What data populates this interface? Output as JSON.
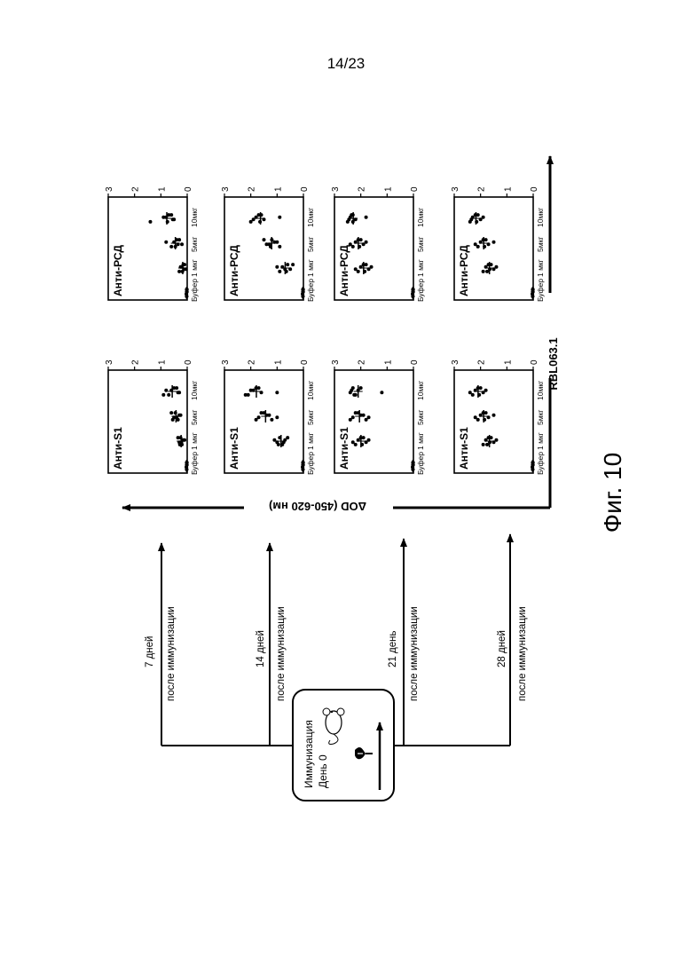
{
  "page_number": "14/23",
  "figure_caption": "Фиг. 10",
  "immunization": {
    "line1": "Иммунизация",
    "line2": "День 0"
  },
  "timepoints": [
    {
      "day": "7 дней",
      "after": "после иммунизации"
    },
    {
      "day": "14 дней",
      "after": "после иммунизации"
    },
    {
      "day": "21 день",
      "after": "после иммунизации"
    },
    {
      "day": "28 дней",
      "after": "после иммунизации"
    }
  ],
  "y_axis_label": "ΔOD (450-620 нм)",
  "x_axis_label": "RBL063.1",
  "tick_labels": [
    "0",
    "1",
    "2",
    "3"
  ],
  "categories": [
    "Буфер",
    "1 мкг",
    "5мкг",
    "10мкг"
  ],
  "panel_titles": {
    "s1": "Анти-S1",
    "rsd": "Анти-РСД"
  },
  "chart_data": [
    {
      "type": "scatter",
      "title": "Анти-S1",
      "timepoint": "7 дней",
      "ylim": [
        0,
        3
      ],
      "categories": [
        "Буфер",
        "1 мкг",
        "5мкг",
        "10мкг"
      ],
      "values": [
        [
          0.02,
          0.01,
          0.03,
          0.02,
          0.01,
          0.02,
          0.03,
          0.02
        ],
        [
          0.25,
          0.15,
          0.3,
          0.2,
          0.35,
          0.1,
          0.22,
          0.28
        ],
        [
          0.45,
          0.3,
          0.5,
          0.35,
          0.6,
          0.25,
          0.4,
          0.55
        ],
        [
          0.5,
          0.8,
          0.3,
          0.9,
          0.4,
          0.6,
          0.35,
          0.7
        ]
      ]
    },
    {
      "type": "scatter",
      "title": "Анти-S1",
      "timepoint": "14 дней",
      "ylim": [
        0,
        3
      ],
      "categories": [
        "Буфер",
        "1 мкг",
        "5мкг",
        "10мкг"
      ],
      "values": [
        [
          0.02,
          0.01,
          0.03,
          0.02,
          0.01,
          0.02,
          0.03,
          0.02
        ],
        [
          0.9,
          0.7,
          1.0,
          0.8,
          0.6,
          1.1,
          0.75,
          0.95
        ],
        [
          1.5,
          1.3,
          1.7,
          1.2,
          1.6,
          1.4,
          1.0,
          1.8
        ],
        [
          1.8,
          2.0,
          1.6,
          2.1,
          1.7,
          1.9,
          1.0,
          2.2
        ]
      ]
    },
    {
      "type": "scatter",
      "title": "Анти-S1",
      "timepoint": "21 день",
      "ylim": [
        0,
        3
      ],
      "categories": [
        "Буфер",
        "1 мкг",
        "5мкг",
        "10мкг"
      ],
      "values": [
        [
          0.02,
          0.01,
          0.03,
          0.02,
          0.01,
          0.02,
          0.03,
          0.02
        ],
        [
          1.9,
          2.1,
          1.8,
          2.2,
          2.0,
          1.7,
          2.3,
          1.95
        ],
        [
          2.1,
          1.9,
          2.3,
          1.8,
          2.2,
          2.0,
          1.7,
          2.4
        ],
        [
          2.3,
          2.1,
          2.4,
          2.2,
          2.0,
          2.35,
          1.2,
          2.25
        ]
      ]
    },
    {
      "type": "scatter",
      "title": "Анти-S1",
      "timepoint": "28 дней",
      "ylim": [
        0,
        3
      ],
      "categories": [
        "Буфер",
        "1 мкг",
        "5мкг",
        "10мкг"
      ],
      "values": [
        [
          0.02,
          0.01,
          0.03,
          0.02,
          0.01,
          0.02,
          0.03,
          0.02
        ],
        [
          1.6,
          1.8,
          1.5,
          1.9,
          1.7,
          1.4,
          1.65,
          1.75
        ],
        [
          1.9,
          2.0,
          1.7,
          2.1,
          1.8,
          1.5,
          2.2,
          1.85
        ],
        [
          2.0,
          2.2,
          1.9,
          2.3,
          2.1,
          1.8,
          2.4,
          2.05
        ]
      ]
    },
    {
      "type": "scatter",
      "title": "Анти-РСД",
      "timepoint": "7 дней",
      "ylim": [
        0,
        3
      ],
      "categories": [
        "Буфер",
        "1 мкг",
        "5мкг",
        "10мкг"
      ],
      "values": [
        [
          0.02,
          0.01,
          0.03,
          0.02,
          0.01,
          0.02,
          0.03,
          0.02
        ],
        [
          0.1,
          0.2,
          0.05,
          0.3,
          0.15,
          0.25,
          0.12,
          0.18
        ],
        [
          0.3,
          0.5,
          0.2,
          0.6,
          0.4,
          0.8,
          0.35,
          0.45
        ],
        [
          0.6,
          0.8,
          0.5,
          1.4,
          0.7,
          0.9,
          0.55,
          0.75
        ]
      ]
    },
    {
      "type": "scatter",
      "title": "Анти-РСД",
      "timepoint": "14 дней",
      "ylim": [
        0,
        3
      ],
      "categories": [
        "Буфер",
        "1 мкг",
        "5мкг",
        "10мкг"
      ],
      "values": [
        [
          0.02,
          0.01,
          0.03,
          0.02,
          0.01,
          0.02,
          0.03,
          0.02
        ],
        [
          0.6,
          0.8,
          0.5,
          0.9,
          0.4,
          1.0,
          0.7,
          0.65
        ],
        [
          1.2,
          1.0,
          1.4,
          0.9,
          1.5,
          1.1,
          1.3,
          1.25
        ],
        [
          1.6,
          1.8,
          1.5,
          2.0,
          1.7,
          0.9,
          1.9,
          1.65
        ]
      ]
    },
    {
      "type": "scatter",
      "title": "Анти-РСД",
      "timepoint": "21 день",
      "ylim": [
        0,
        3
      ],
      "categories": [
        "Буфер",
        "1 мкг",
        "5мкг",
        "10мкг"
      ],
      "values": [
        [
          0.02,
          0.01,
          0.03,
          0.02,
          0.01,
          0.02,
          0.03,
          0.02
        ],
        [
          1.8,
          2.0,
          1.7,
          2.1,
          1.9,
          1.6,
          2.2,
          1.85
        ],
        [
          2.0,
          2.2,
          1.9,
          2.3,
          2.1,
          1.8,
          2.4,
          2.05
        ],
        [
          2.3,
          2.4,
          2.2,
          2.5,
          2.35,
          1.8,
          2.45,
          2.3
        ]
      ]
    },
    {
      "type": "scatter",
      "title": "Анти-РСД",
      "timepoint": "28 дней",
      "ylim": [
        0,
        3
      ],
      "categories": [
        "Буфер",
        "1 мкг",
        "5мкг",
        "10мкг"
      ],
      "values": [
        [
          0.02,
          0.01,
          0.03,
          0.02,
          0.01,
          0.02,
          0.03,
          0.02
        ],
        [
          1.6,
          1.8,
          1.5,
          1.9,
          1.7,
          1.4,
          1.65,
          1.75
        ],
        [
          1.8,
          2.0,
          1.7,
          2.1,
          1.9,
          1.5,
          2.2,
          1.85
        ],
        [
          2.1,
          2.3,
          2.0,
          2.4,
          2.2,
          1.9,
          2.35,
          2.15
        ]
      ]
    }
  ]
}
